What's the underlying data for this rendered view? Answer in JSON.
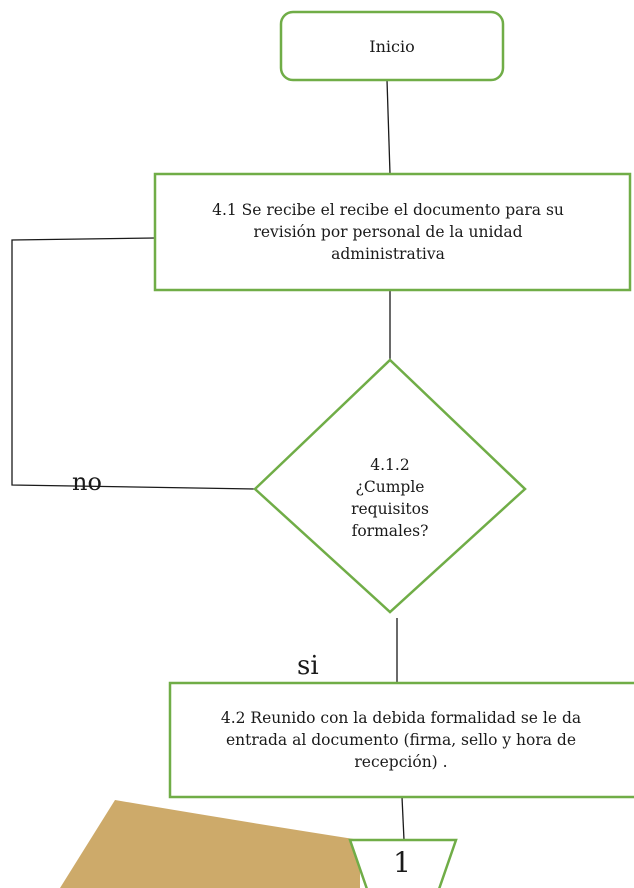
{
  "flowchart": {
    "start": {
      "label": "Inicio"
    },
    "step_1": {
      "label": "4.1 Se recibe el recibe el documento para su\nrevisión por personal de la unidad\nadministrativa"
    },
    "decision": {
      "label": "4.1.2\n¿Cumple\nrequisitos\nformales?"
    },
    "branch_no": {
      "label": "no"
    },
    "branch_si": {
      "label": "si"
    },
    "step_2": {
      "label": "4.2 Reunido con la debida formalidad se le da\nentrada al documento (firma, sello y hora de\nrecepción) ."
    },
    "offpage_connector": {
      "label": "1"
    }
  },
  "colors": {
    "shape_stroke": "#70ad47",
    "line_stroke": "#1a1a1a",
    "decorative_tan": "#c8a15a",
    "background": "#ffffff"
  }
}
